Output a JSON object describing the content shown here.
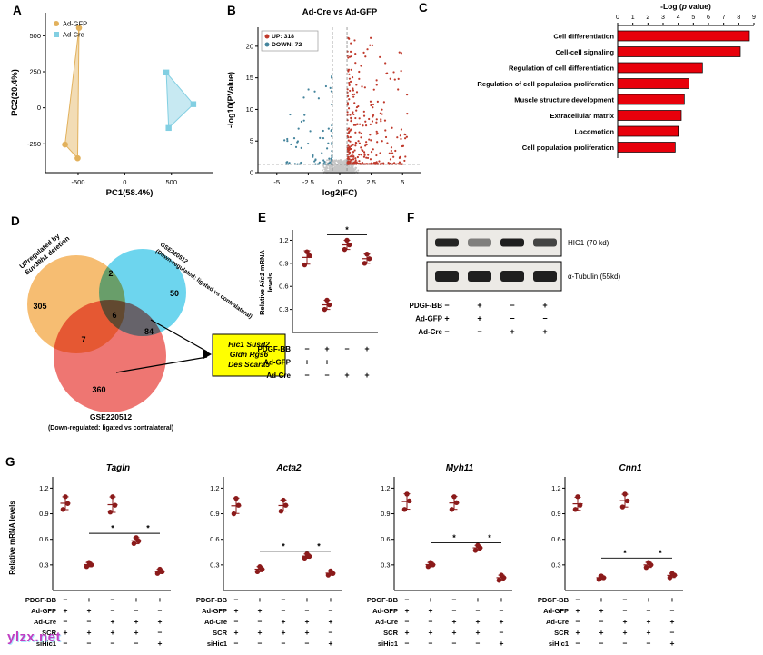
{
  "watermark": {
    "text": "ylzx.net",
    "color": "#C23FC2"
  },
  "panel_letters": {
    "a": "A",
    "b": "B",
    "c": "C",
    "d": "D",
    "e": "E",
    "f": "F",
    "g": "G"
  },
  "chart_data": {
    "pca": {
      "type": "scatter",
      "xlabel": "PC1(58.4%)",
      "ylabel": "PC2(20.4%)",
      "xlim": [
        -850,
        950
      ],
      "ylim": [
        -450,
        660
      ],
      "xticks": [
        -500,
        0,
        500
      ],
      "yticks": [
        -250,
        0,
        250,
        500
      ],
      "series": [
        {
          "name": "Ad-GFP",
          "color": "#E2B15C",
          "marker": "circle",
          "points": [
            [
              -490,
              555
            ],
            [
              -640,
              -255
            ],
            [
              -505,
              -350
            ]
          ]
        },
        {
          "name": "Ad-Cre",
          "color": "#82CFE2",
          "marker": "square",
          "points": [
            [
              445,
              245
            ],
            [
              735,
              25
            ],
            [
              470,
              -140
            ]
          ]
        }
      ]
    },
    "volcano": {
      "type": "scatter",
      "title": "Ad-Cre vs Ad-GFP",
      "xlabel": "log2(FC)",
      "ylabel": "-log10(PValue)",
      "xlim": [
        -6.5,
        6.5
      ],
      "ylim": [
        0,
        23
      ],
      "xticks": [
        -5,
        -2.5,
        0,
        2.5,
        5
      ],
      "yticks": [
        0,
        5,
        10,
        15,
        20
      ],
      "legend": [
        {
          "label": "UP: 318",
          "color": "#C0392B"
        },
        {
          "label": "DOWN: 72",
          "color": "#44849C"
        }
      ],
      "up_count": 318,
      "down_count": 72,
      "background_points": 800,
      "fc_threshold": 0.58,
      "p_threshold": 1.3,
      "neutral_color": "#C6C6C6"
    },
    "go_terms": {
      "type": "bar",
      "title_parts": [
        {
          "t": "-Log (",
          "i": false
        },
        {
          "t": "p",
          "i": true
        },
        {
          "t": " value)",
          "i": false
        }
      ],
      "categories": [
        "Cell differentiation",
        "Cell-cell signaling",
        "Regulation of cell differentiation",
        "Regulation of cell population proliferation",
        "Muscle structure development",
        "Extracellular matrix",
        "Locomotion",
        "Cell population proliferation"
      ],
      "values": [
        8.7,
        8.1,
        5.6,
        4.7,
        4.4,
        4.2,
        4.0,
        3.8
      ],
      "xticks": [
        0,
        1,
        2,
        3,
        4,
        5,
        6,
        7,
        8,
        9
      ],
      "xlim": [
        0,
        9
      ],
      "bar_color": "#E8000B"
    },
    "venn": {
      "type": "venn",
      "circles": [
        {
          "name": "Suv39h1-upregulated",
          "color": "#F2A43B",
          "cx": 80,
          "cy": 95,
          "r": 54
        },
        {
          "name": "GSE220512-ligated-down-a",
          "color": "#35C5E8",
          "cx": 153,
          "cy": 82,
          "r": 48
        },
        {
          "name": "GSE220512-ligated-down-b",
          "color": "#E8413C",
          "cx": 117,
          "cy": 152,
          "r": 62
        }
      ],
      "counts": [
        {
          "value": "305",
          "x": 40,
          "y": 100
        },
        {
          "value": "2",
          "x": 118,
          "y": 64
        },
        {
          "value": "50",
          "x": 188,
          "y": 86
        },
        {
          "value": "6",
          "x": 122,
          "y": 110
        },
        {
          "value": "7",
          "x": 88,
          "y": 137
        },
        {
          "value": "84",
          "x": 160,
          "y": 128
        },
        {
          "value": "360",
          "x": 105,
          "y": 192
        }
      ],
      "set_labels": [
        {
          "rotate": -40,
          "x": 20,
          "y": 56,
          "fs": 7.5,
          "lines": [
            [
              {
                "t": "UPregulated by",
                "i": false
              }
            ],
            [
              {
                "t": "Suv39h1",
                "i": true
              },
              {
                "t": " deletion",
                "i": false
              }
            ]
          ]
        },
        {
          "rotate": 35,
          "x": 172,
          "y": 30,
          "fs": 6.5,
          "lines": [
            [
              {
                "t": "GSE220512",
                "i": false
              }
            ],
            [
              {
                "t": "(Down-regulated: ligated vs contralateral)",
                "i": false
              }
            ]
          ]
        }
      ],
      "bottom_label": [
        "GSE220512",
        "(Down-regulated: ligated vs contralateral)"
      ],
      "genes": [
        "Hic1 Susd2",
        "Gldn Rgs6",
        "Des Scara5"
      ],
      "highlight_color": "#FFFF00"
    },
    "hic1": {
      "type": "scatter",
      "ylabel_line1": [
        {
          "t": "Relative ",
          "i": false
        },
        {
          "t": "Hic1",
          "i": true
        },
        {
          "t": " mRNA",
          "i": false
        }
      ],
      "ylabel_line2": "levels",
      "yticks": [
        0.3,
        0.6,
        0.9,
        1.2
      ],
      "groups": [
        [
          0.88,
          1.0,
          1.05
        ],
        [
          0.3,
          0.36,
          0.42
        ],
        [
          1.08,
          1.14,
          1.2
        ],
        [
          0.9,
          0.96,
          1.02
        ]
      ],
      "sig": [
        {
          "from": 1,
          "to": 3,
          "y": 1.27,
          "label": "*"
        }
      ],
      "matrix": [
        {
          "label": "PDGF-BB",
          "signs": [
            "−",
            "+",
            "−",
            "+"
          ]
        },
        {
          "label": "Ad-GFP",
          "signs": [
            "+",
            "+",
            "−",
            "−"
          ]
        },
        {
          "label": "Ad-Cre",
          "signs": [
            "−",
            "−",
            "+",
            "+"
          ]
        }
      ],
      "dot_color": "#8B1A1A"
    },
    "blot": {
      "type": "western-blot",
      "strips": [
        {
          "label": "HIC1 (70 kd)",
          "band_h": 9,
          "intensities": [
            0.92,
            0.5,
            0.95,
            0.78
          ]
        },
        {
          "label": "α-Tubulin (55kd)",
          "band_h": 12,
          "intensities": [
            0.95,
            0.95,
            0.95,
            0.95
          ]
        }
      ],
      "matrix": [
        {
          "label": "PDGF-BB",
          "signs": [
            "−",
            "+",
            "−",
            "+"
          ]
        },
        {
          "label": "Ad-GFP",
          "signs": [
            "+",
            "+",
            "−",
            "−"
          ]
        },
        {
          "label": "Ad-Cre",
          "signs": [
            "−",
            "−",
            "+",
            "+"
          ]
        }
      ]
    },
    "genes": {
      "type": "scatter",
      "ylabel": "Relative mRNA levels",
      "yticks": [
        0.3,
        0.6,
        0.9,
        1.2
      ],
      "matrix": [
        {
          "label": "PDGF-BB",
          "signs": [
            "−",
            "+",
            "−",
            "+",
            "+"
          ]
        },
        {
          "label": "Ad-GFP",
          "signs": [
            "+",
            "+",
            "−",
            "−",
            "−"
          ]
        },
        {
          "label": "Ad-Cre",
          "signs": [
            "−",
            "−",
            "+",
            "+",
            "+"
          ]
        },
        {
          "label": "SCR",
          "signs": [
            "+",
            "+",
            "+",
            "+",
            "−"
          ]
        },
        {
          "label": "siHic1",
          "signs": [
            "−",
            "−",
            "−",
            "−",
            "+"
          ]
        }
      ],
      "plots": [
        {
          "title": "Tagln",
          "groups": [
            [
              0.95,
              1.02,
              1.1
            ],
            [
              0.28,
              0.3,
              0.33
            ],
            [
              0.92,
              1.0,
              1.1
            ],
            [
              0.55,
              0.58,
              0.62
            ],
            [
              0.2,
              0.22,
              0.25
            ]
          ],
          "sig": [
            {
              "from": 1,
              "to": 3,
              "y": 0.67,
              "label": "*"
            },
            {
              "from": 3,
              "to": 4,
              "y": 0.67,
              "label": "*"
            }
          ]
        },
        {
          "title": "Acta2",
          "groups": [
            [
              0.9,
              1.0,
              1.08
            ],
            [
              0.22,
              0.25,
              0.28
            ],
            [
              0.93,
              1.0,
              1.06
            ],
            [
              0.38,
              0.4,
              0.43
            ],
            [
              0.18,
              0.2,
              0.23
            ]
          ],
          "sig": [
            {
              "from": 1,
              "to": 3,
              "y": 0.46,
              "label": "*"
            },
            {
              "from": 3,
              "to": 4,
              "y": 0.46,
              "label": "*"
            }
          ]
        },
        {
          "title": "Myh11",
          "groups": [
            [
              0.95,
              1.05,
              1.13
            ],
            [
              0.28,
              0.3,
              0.33
            ],
            [
              0.95,
              1.03,
              1.1
            ],
            [
              0.47,
              0.5,
              0.53
            ],
            [
              0.12,
              0.15,
              0.18
            ]
          ],
          "sig": [
            {
              "from": 1,
              "to": 3,
              "y": 0.56,
              "label": "*"
            },
            {
              "from": 3,
              "to": 4,
              "y": 0.56,
              "label": "*"
            }
          ]
        },
        {
          "title": "Cnn1",
          "groups": [
            [
              0.95,
              1.0,
              1.1
            ],
            [
              0.13,
              0.15,
              0.17
            ],
            [
              0.98,
              1.05,
              1.13
            ],
            [
              0.27,
              0.3,
              0.33
            ],
            [
              0.15,
              0.18,
              0.2
            ]
          ],
          "sig": [
            {
              "from": 1,
              "to": 3,
              "y": 0.38,
              "label": "*"
            },
            {
              "from": 3,
              "to": 4,
              "y": 0.38,
              "label": "*"
            }
          ]
        }
      ],
      "dot_color": "#8B1A1A"
    }
  }
}
